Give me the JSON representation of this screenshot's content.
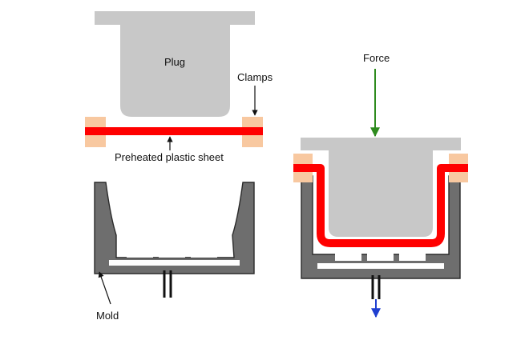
{
  "labels": {
    "plug": "Plug",
    "clamps": "Clamps",
    "preheated_sheet": "Preheated plastic sheet",
    "mold": "Mold",
    "force": "Force"
  },
  "colors": {
    "plug_fill": "#c8c8c8",
    "mold_fill": "#6e6e6e",
    "mold_stroke": "#2a2a2a",
    "sheet": "#ff0000",
    "clamp": "#f8c8a0",
    "force_arrow": "#2e8b1e",
    "vacuum_arrow": "#1f3fd0"
  }
}
